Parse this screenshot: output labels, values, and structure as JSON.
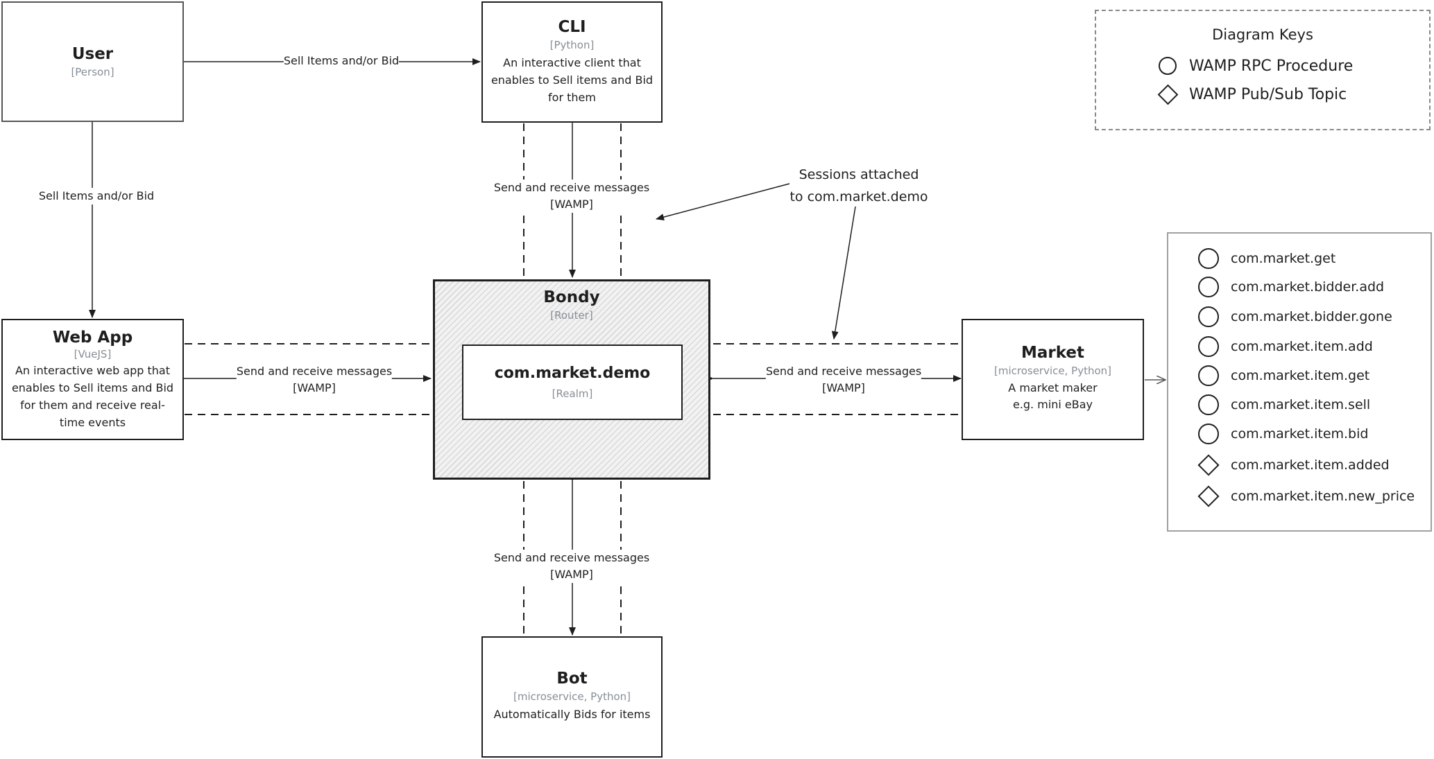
{
  "containers": {
    "user": {
      "title": "User",
      "tech": "[Person]"
    },
    "cli": {
      "title": "CLI",
      "tech": "[Python]",
      "desc": "An interactive client that enables to Sell items and Bid for them"
    },
    "webapp": {
      "title": "Web App",
      "tech": "[VueJS]",
      "desc": "An interactive web app that enables to Sell items and Bid for them and receive real-time events"
    },
    "bondy": {
      "title": "Bondy",
      "tech": "[Router]"
    },
    "realm": {
      "title": "com.market.demo",
      "tech": "[Realm]"
    },
    "market": {
      "title": "Market",
      "tech": "[microservice, Python]",
      "desc_line1": "A market maker",
      "desc_line2": "e.g. mini eBay"
    },
    "bot": {
      "title": "Bot",
      "tech": "[microservice, Python]",
      "desc": "Automatically Bids for items"
    }
  },
  "labels": {
    "user_to_cli": "Sell Items and/or Bid",
    "user_to_webapp": "Sell Items and/or Bid",
    "msg_line1": "Send and receive messages",
    "msg_line2": "[WAMP]",
    "sessions_line1": "Sessions attached",
    "sessions_line2": "to com.market.demo"
  },
  "legend": {
    "title": "Diagram Keys",
    "items": [
      {
        "symbol": "circle",
        "label": "WAMP RPC Procedure"
      },
      {
        "symbol": "diamond",
        "label": "WAMP Pub/Sub Topic"
      }
    ]
  },
  "market_api": [
    {
      "symbol": "circle",
      "name": "com.market.get"
    },
    {
      "symbol": "circle",
      "name": "com.market.bidder.add"
    },
    {
      "symbol": "circle",
      "name": "com.market.bidder.gone"
    },
    {
      "symbol": "circle",
      "name": "com.market.item.add"
    },
    {
      "symbol": "circle",
      "name": "com.market.item.get"
    },
    {
      "symbol": "circle",
      "name": "com.market.item.sell"
    },
    {
      "symbol": "circle",
      "name": "com.market.item.bid"
    },
    {
      "symbol": "diamond",
      "name": "com.market.item.added"
    },
    {
      "symbol": "diamond",
      "name": "com.market.item.new_price"
    }
  ],
  "colors": {
    "stroke": "#1e1e1e",
    "muted": "#868e96",
    "hatch": "#d9d9d9"
  }
}
